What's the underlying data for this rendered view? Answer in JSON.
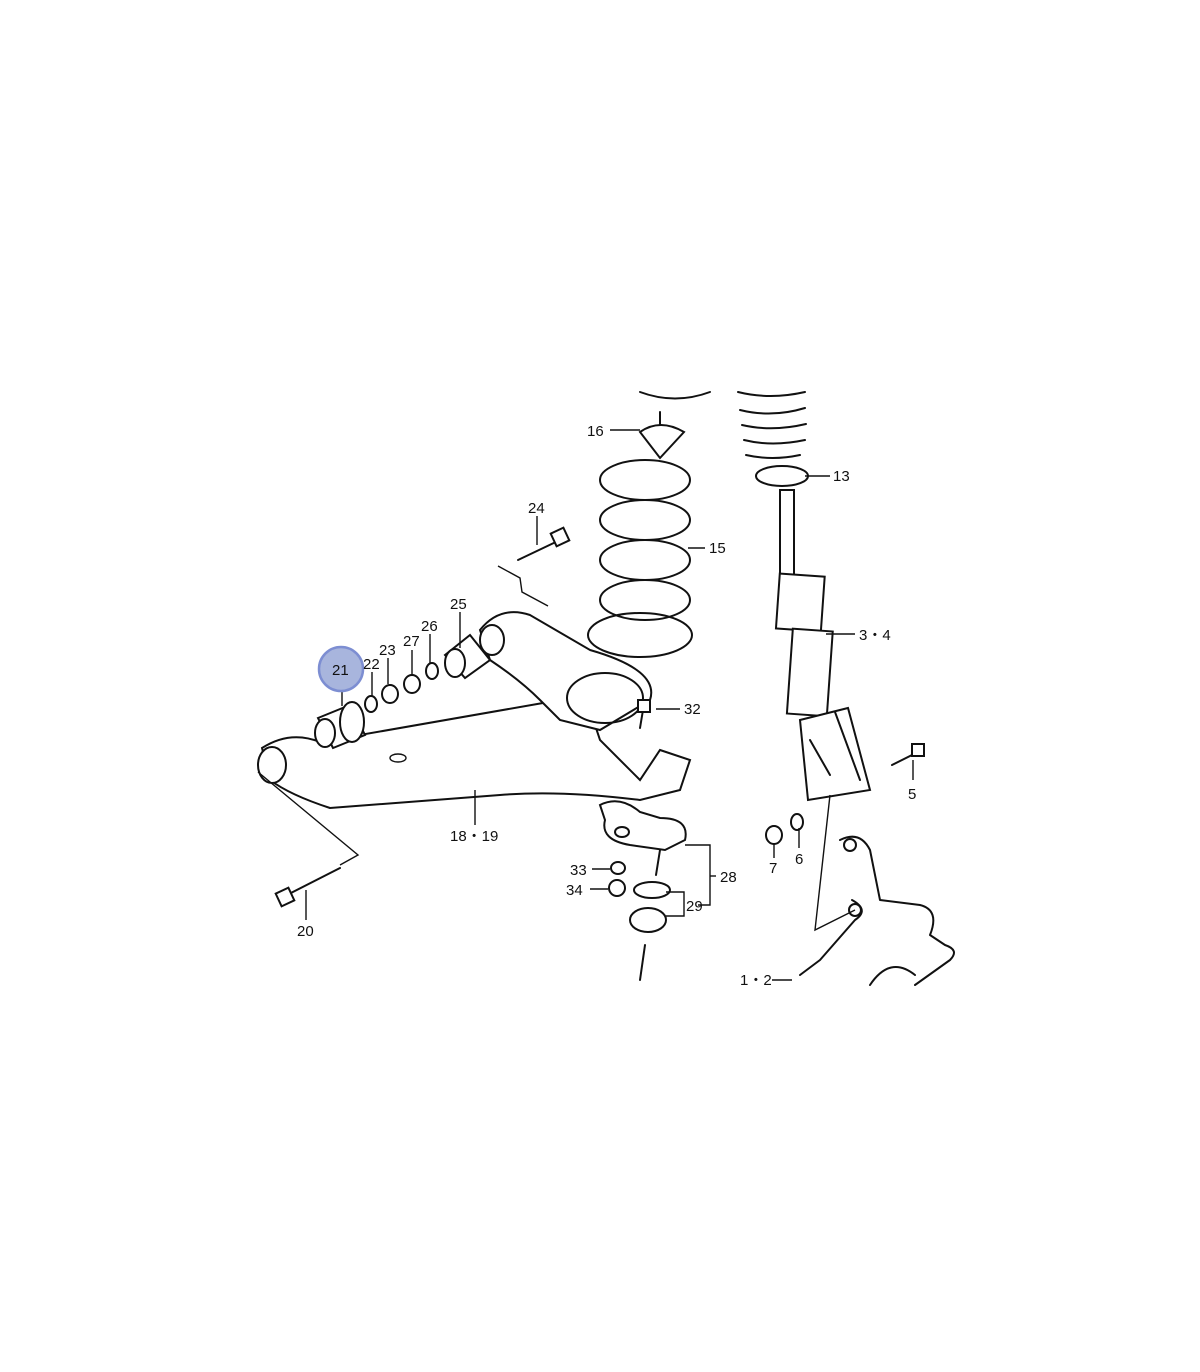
{
  "diagram": {
    "title": "Front suspension exploded parts diagram",
    "highlight_color": "#a8b5dd",
    "highlight_border": "#7d8ed2",
    "highlighted_callout": "21",
    "callouts": {
      "c16": "16",
      "c13": "13",
      "c24": "24",
      "c15": "15",
      "c34_strut": "3・4",
      "c25": "25",
      "c26": "26",
      "c27": "27",
      "c23": "23",
      "c22": "22",
      "c21": "21",
      "c32": "32",
      "c5": "5",
      "c18_19": "18・19",
      "c6": "6",
      "c7": "7",
      "c28": "28",
      "c33": "33",
      "c34": "34",
      "c29": "29",
      "c20": "20",
      "c1_2": "1・2"
    }
  }
}
